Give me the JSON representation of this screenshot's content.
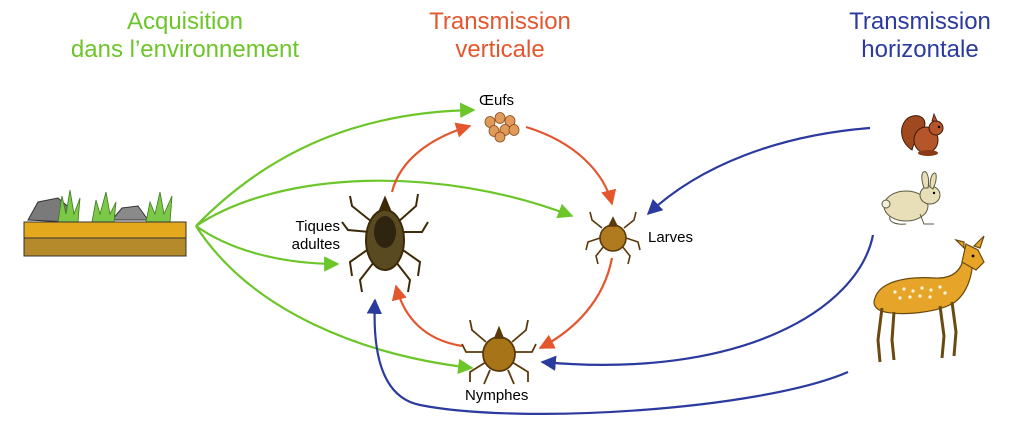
{
  "headings": {
    "environment": {
      "line1": "Acquisition",
      "line2": "dans l’environnement",
      "color": "#6cc62a"
    },
    "vertical": {
      "line1": "Transmission",
      "line2": "verticale",
      "color": "#e4572e"
    },
    "horizontal": {
      "line1": "Transmission",
      "line2": "horizontale",
      "color": "#2b3a9e"
    }
  },
  "stages": {
    "eggs": "Œufs",
    "larvae": "Larves",
    "nymphs": "Nymphes",
    "adults_line1": "Tiques",
    "adults_line2": "adultes"
  },
  "icons": {
    "ground": "ground-with-rocks-and-grass-icon",
    "eggs": "eggs-cluster-icon",
    "larva": "larva-tick-icon",
    "nymph": "nymph-tick-icon",
    "adult": "adult-tick-icon",
    "squirrel": "squirrel-icon",
    "rabbit": "rabbit-icon",
    "deer": "deer-icon"
  },
  "colors": {
    "environment_arrows": "#6cc62a",
    "vertical_arrows": "#e4572e",
    "horizontal_arrows": "#2b3a9e",
    "soil": "#d9a21b",
    "tick_body": "#8a5a12"
  }
}
